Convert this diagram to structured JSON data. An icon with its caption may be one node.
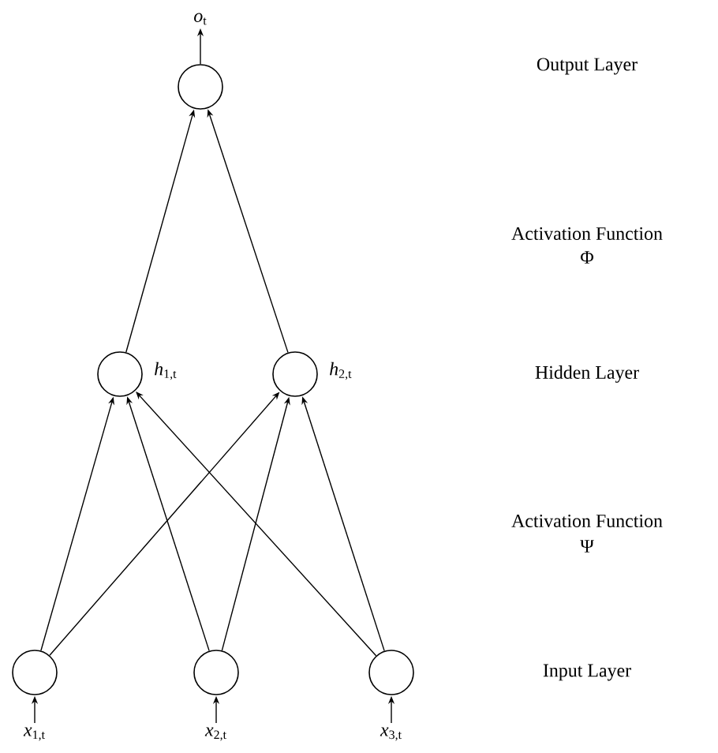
{
  "diagram": {
    "nodes": [
      {
        "text": [
          "*o*$_{t}$"
        ]
      },
      {
        "text": [],
        "shape": "circle"
      },
      {
        "text": [],
        "shape": "circle",
        "beside": [
          "*h*$_{1,t}$"
        ]
      },
      {
        "text": [],
        "shape": "circle",
        "beside": [
          "*h*$_{2,t}$"
        ]
      },
      {
        "text": [],
        "shape": "circle"
      },
      {
        "text": [],
        "shape": "circle"
      },
      {
        "text": [],
        "shape": "circle"
      },
      {
        "text": [
          "*x*$_{1,t}$"
        ]
      },
      {
        "text": [
          "*x*$_{2,t}$"
        ]
      },
      {
        "text": [
          "*x*$_{3,t}$"
        ]
      }
    ],
    "edges": [
      {
        "from": 1,
        "to": 0,
        "arrow": "to"
      },
      {
        "from": 2,
        "to": 1,
        "arrow": "to"
      },
      {
        "from": 3,
        "to": 1,
        "arrow": "to"
      },
      {
        "from": 4,
        "to": 2,
        "arrow": "to"
      },
      {
        "from": 4,
        "to": 3,
        "arrow": "to"
      },
      {
        "from": 5,
        "to": 2,
        "arrow": "to"
      },
      {
        "from": 5,
        "to": 3,
        "arrow": "to"
      },
      {
        "from": 6,
        "to": 2,
        "arrow": "to"
      },
      {
        "from": 6,
        "to": 3,
        "arrow": "to"
      },
      {
        "from": 7,
        "to": 4,
        "arrow": "to"
      },
      {
        "from": 8,
        "to": 5,
        "arrow": "to"
      },
      {
        "from": 9,
        "to": 6,
        "arrow": "to"
      }
    ],
    "labels": [
      "Output Layer",
      "Activation Function",
      "Φ",
      "Hidden Layer",
      "Activation Function",
      "Ψ",
      "Input Layer"
    ]
  }
}
